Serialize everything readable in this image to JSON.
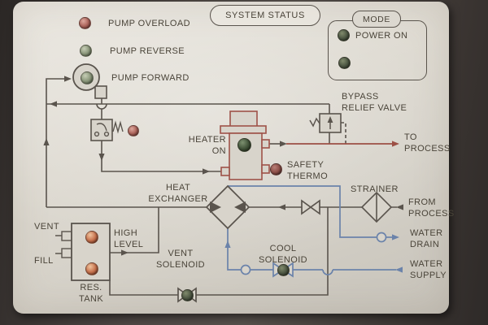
{
  "colors": {
    "panel": "#d9d5cc",
    "bezel_background": "#3f3a37",
    "line_dark": "#5a544d",
    "process_line_red": "#9c4f45",
    "water_line_blue": "#6b83aa",
    "led_red": "#b0685f",
    "led_green_gray": "#8e9a7e",
    "led_olive": "#4e5844",
    "led_orange": "#c8744f"
  },
  "header": {
    "system_status": "SYSTEM STATUS"
  },
  "mode": {
    "title": "MODE",
    "leds": [
      {
        "label": "POWER ON"
      },
      {
        "label": ""
      }
    ]
  },
  "status": {
    "pump_overload": "PUMP OVERLOAD",
    "pump_reverse": "PUMP REVERSE",
    "pump_forward": "PUMP FORWARD"
  },
  "diagram": {
    "bypass_relief_valve": "BYPASS\nRELIEF VALVE",
    "to_process": "TO\nPROCESS",
    "heater_on": "HEATER\nON",
    "safety_thermo": "SAFETY\nTHERMO",
    "heat_exchanger": "HEAT\nEXCHANGER",
    "strainer": "STRAINER",
    "from_process": "FROM\nPROCESS",
    "water_drain": "WATER\nDRAIN",
    "water_supply": "WATER\nSUPPLY",
    "cool_solenoid": "COOL\nSOLENOID",
    "vent_solenoid": "VENT\nSOLENOID",
    "high_level": "HIGH\nLEVEL",
    "vent": "VENT",
    "fill": "FILL",
    "res_tank": "RES.\nTANK"
  }
}
